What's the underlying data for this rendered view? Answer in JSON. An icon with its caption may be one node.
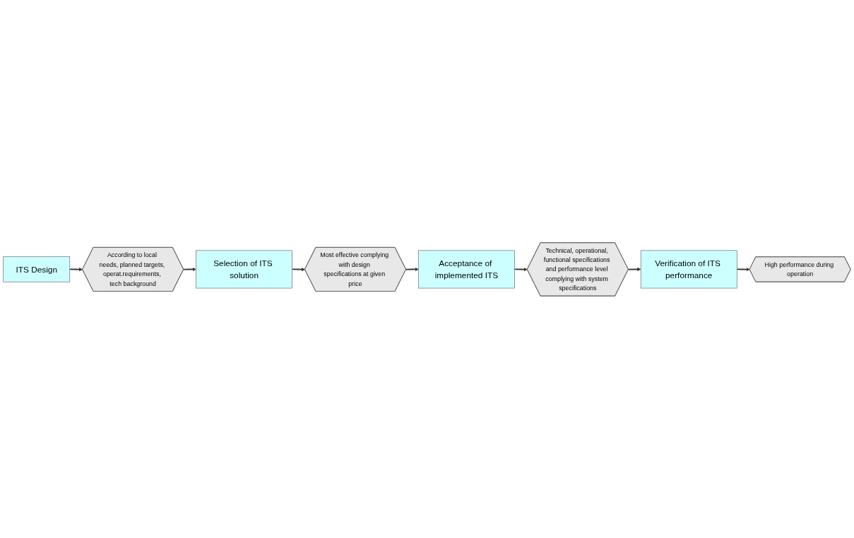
{
  "diagram": {
    "nodes": [
      {
        "text": [
          "ITS Design"
        ]
      },
      {
        "text": [
          "According to local needs, planned targets, operat.requirements, tech background"
        ]
      },
      {
        "text": [
          "Selection of ITS solution"
        ]
      },
      {
        "text": [
          "Most effective complying with design specifications at given price"
        ]
      },
      {
        "text": [
          "Acceptance of implemented ITS"
        ]
      },
      {
        "text": [
          "Technical, operational, functional specifications and performance level complying with system specifications"
        ]
      },
      {
        "text": [
          "Verification of ITS performance"
        ]
      },
      {
        "text": [
          "High performance during operation"
        ]
      }
    ],
    "edges": [
      {
        "from": 0,
        "to": 1,
        "arrow": "to"
      },
      {
        "from": 1,
        "to": 2,
        "arrow": "to"
      },
      {
        "from": 2,
        "to": 3,
        "arrow": "to"
      },
      {
        "from": 3,
        "to": 4,
        "arrow": "to"
      },
      {
        "from": 4,
        "to": 5,
        "arrow": "to"
      },
      {
        "from": 5,
        "to": 6,
        "arrow": "to"
      },
      {
        "from": 6,
        "to": 7,
        "arrow": "to"
      }
    ]
  }
}
